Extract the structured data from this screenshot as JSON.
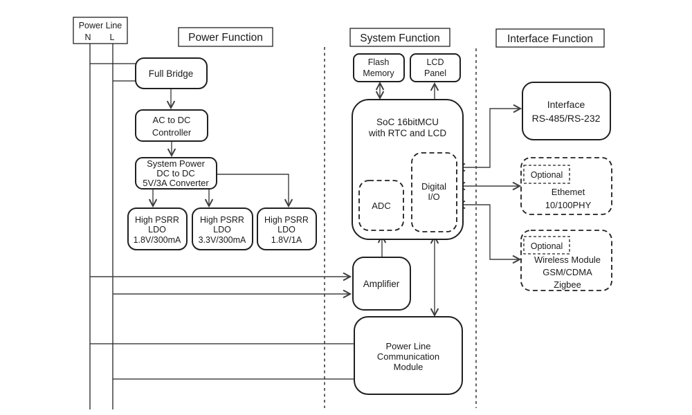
{
  "colors": {
    "background": "#ffffff",
    "box_border": "#1f1f1f",
    "edge_line": "#3f3f3f",
    "text": "#1a1a1a"
  },
  "headers": {
    "power_function": "Power Function",
    "system_function": "System Function",
    "interface_function": "Interface Function"
  },
  "power_line": {
    "title": "Power Line",
    "n_label": "N",
    "l_label": "L"
  },
  "nodes": {
    "full_bridge": {
      "line1": "Full Bridge"
    },
    "ac_dc_controller": {
      "line1": "AC to DC",
      "line2": "Controller"
    },
    "system_power": {
      "line1": "System Power",
      "line2": "DC to DC",
      "line3": "5V/3A Converter"
    },
    "ldo_1v8_300ma": {
      "line1": "High PSRR",
      "line2": "LDO",
      "line3": "1.8V/300mA"
    },
    "ldo_3v3_300ma": {
      "line1": "High PSRR",
      "line2": "LDO",
      "line3": "3.3V/300mA"
    },
    "ldo_1v8_1a": {
      "line1": "High PSRR",
      "line2": "LDO",
      "line3": "1.8V/1A"
    },
    "flash_memory": {
      "line1": "Flash",
      "line2": "Memory"
    },
    "lcd_panel": {
      "line1": "LCD",
      "line2": "Panel"
    },
    "soc": {
      "line1": "SoC 16bitMCU",
      "line2": "with RTC and LCD"
    },
    "adc": {
      "line1": "ADC"
    },
    "digital_io": {
      "line1": "Digital",
      "line2": "I/O"
    },
    "amplifier": {
      "line1": "Amplifier"
    },
    "plc_module": {
      "line1": "Power Line",
      "line2": "Communication",
      "line3": "Module"
    },
    "interface_rs": {
      "line1": "Interface",
      "line2": "RS-485/RS-232"
    },
    "ethernet": {
      "badge": "Optional",
      "line1": "Ethemet",
      "line2": "10/100PHY"
    },
    "wireless": {
      "badge": "Optional",
      "line1": "Wireless Module",
      "line2": "GSM/CDMA",
      "line3": "Zigbee"
    }
  }
}
